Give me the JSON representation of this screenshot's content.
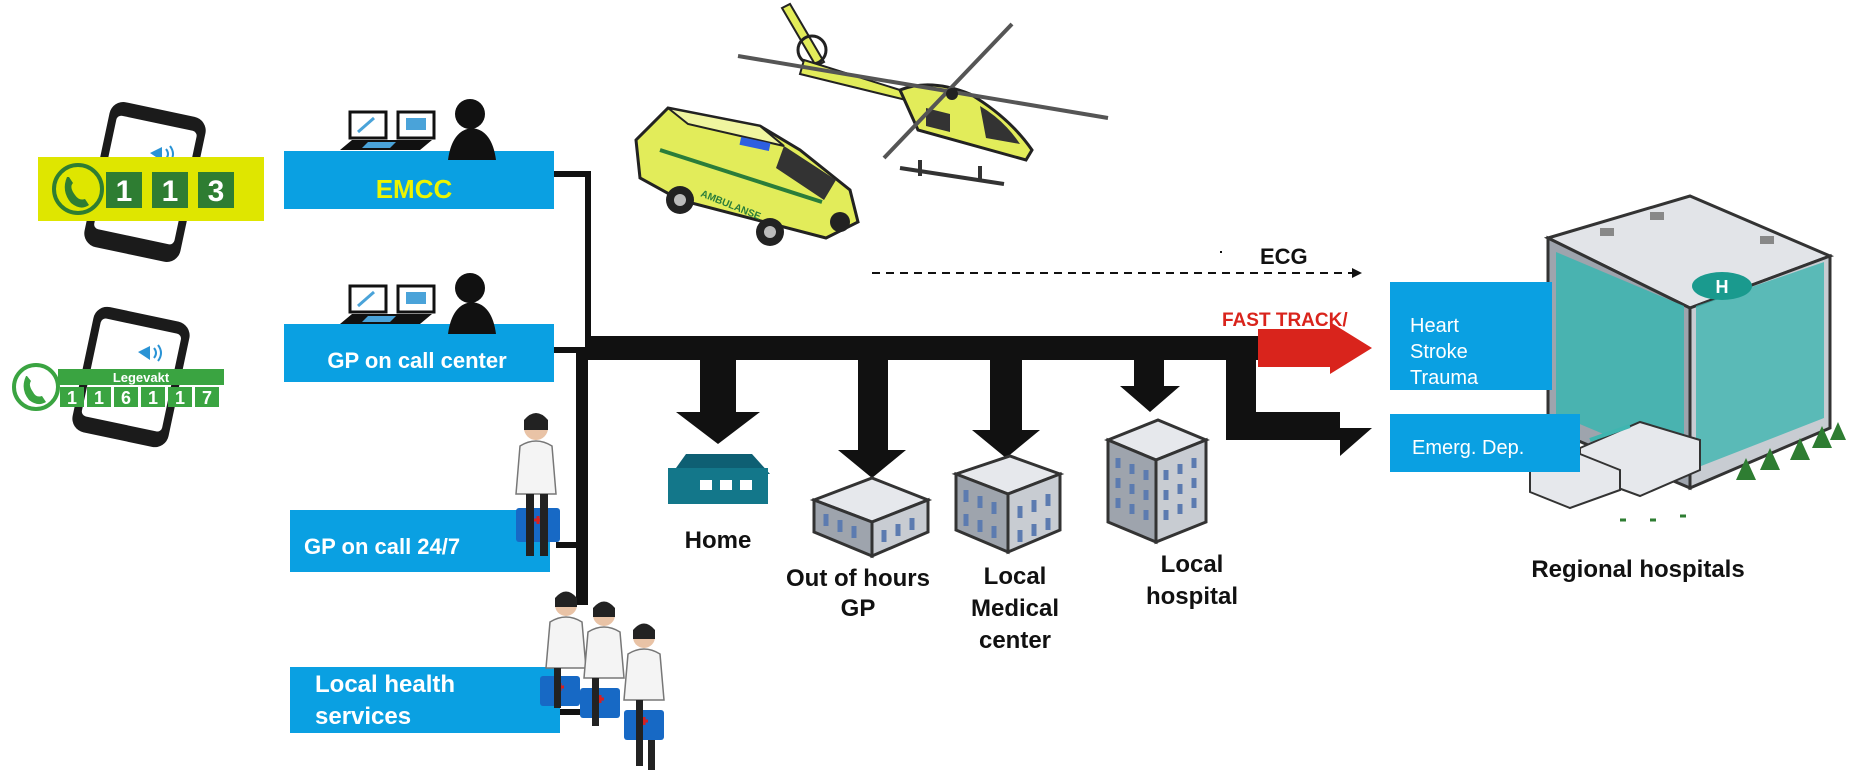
{
  "phone_113": {
    "number": [
      "1",
      "1",
      "3"
    ]
  },
  "phone_116117": {
    "brand": "Legevakt",
    "number": [
      "1",
      "1",
      "6",
      "1",
      "1",
      "7"
    ]
  },
  "left_boxes": {
    "emcc": "EMCC",
    "gp_center": "GP on call center",
    "gp_247": "GP on call 24/7",
    "local_health_line1": "Local health",
    "local_health_line2": "services"
  },
  "ambulance": {
    "text": "AMBULANSE"
  },
  "destinations": {
    "home": "Home",
    "ooh_line1": "Out of hours",
    "ooh_line2": "GP",
    "lmc_line1": "Local",
    "lmc_line2": "Medical",
    "lmc_line3": "center",
    "lh_line1": "Local",
    "lh_line2": "hospital"
  },
  "flows": {
    "ecg": "ECG",
    "fast_track": "FAST TRACK/"
  },
  "right_boxes": {
    "heart": "Heart",
    "stroke": "Stroke",
    "trauma": "Trauma",
    "emerg": "Emerg. Dep."
  },
  "regional": "Regional hospitals",
  "colors": {
    "box_blue": "#0aa0e2",
    "emcc_text": "#ecf400",
    "fast_track_red": "#d9241c",
    "ambulance_yellow": "#e2ec5a",
    "hospital_teal": "#3fb5b0",
    "house_teal": "#13778a",
    "line_black": "#111111",
    "phone_113_bg": "#dfe600",
    "phone_116_green": "#3aa441"
  }
}
